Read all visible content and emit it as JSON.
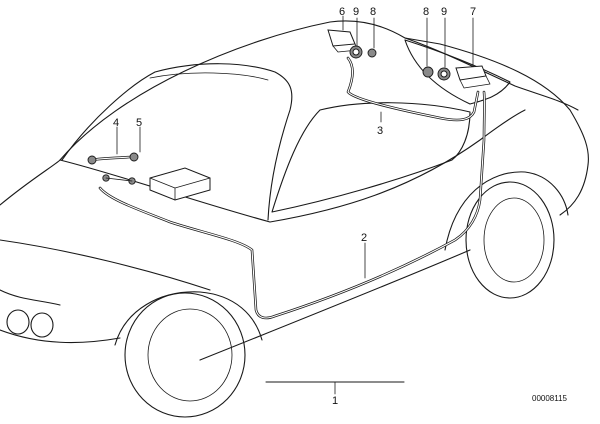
{
  "callouts": {
    "c1": "1",
    "c2": "2",
    "c3": "3",
    "c4": "4",
    "c5": "5",
    "c6a": "6",
    "c9a": "9",
    "c8a": "8",
    "c8b": "8",
    "c9b": "9",
    "c7": "7"
  },
  "diagram_code": "00008115"
}
